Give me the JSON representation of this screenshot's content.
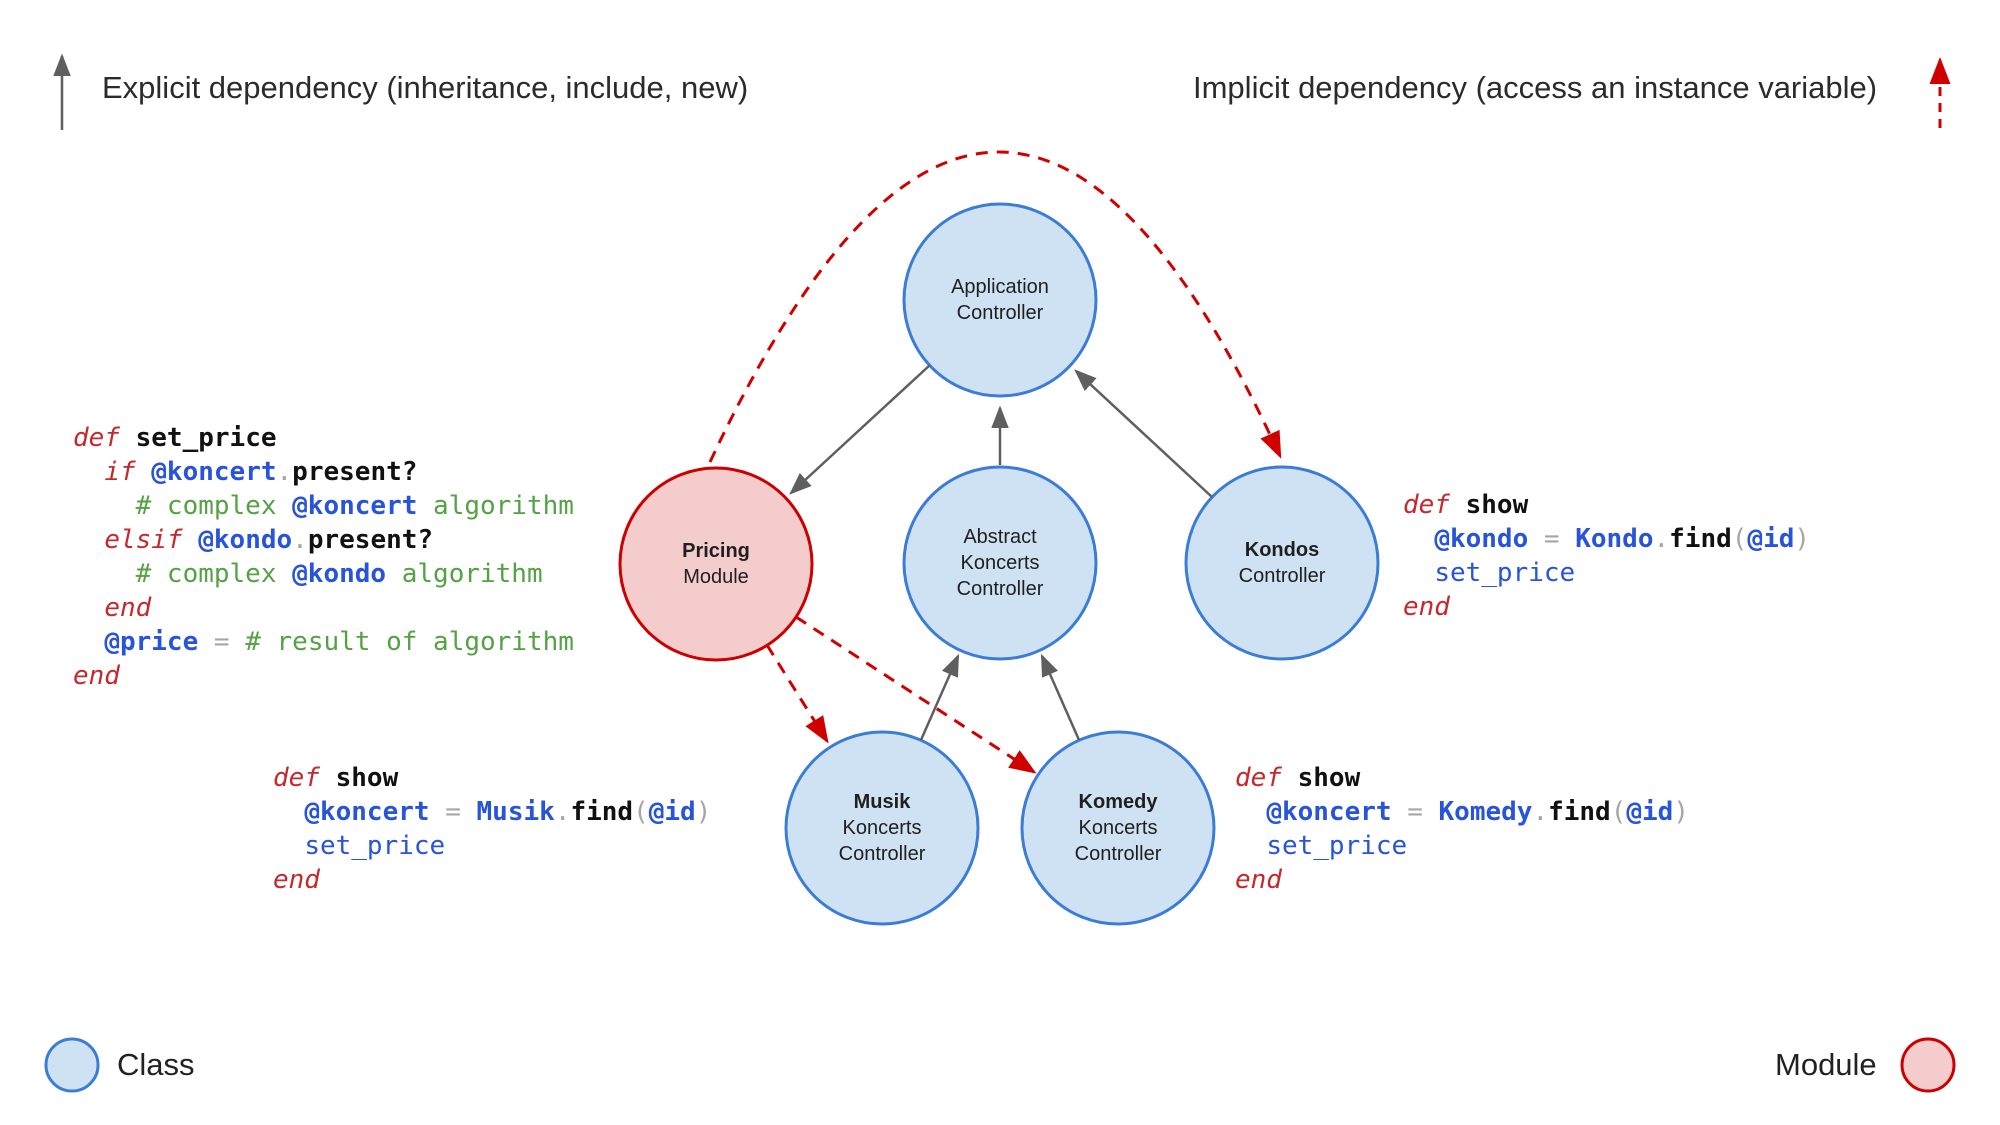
{
  "legend_top": {
    "explicit": "Explicit dependency (inheritance, include, new)",
    "implicit": "Implicit dependency (access an instance variable)"
  },
  "legend_bottom": {
    "class_label": "Class",
    "module_label": "Module"
  },
  "nodes": {
    "application": {
      "lines": [
        "Application",
        "Controller"
      ]
    },
    "pricing": {
      "lines": [
        "Pricing",
        "Module"
      ]
    },
    "abstract": {
      "lines": [
        "Abstract",
        "Koncerts",
        "Controller"
      ]
    },
    "kondos": {
      "lines": [
        "Kondos",
        "Controller"
      ]
    },
    "musik": {
      "lines": [
        "Musik",
        "Koncerts",
        "Controller"
      ]
    },
    "komedy": {
      "lines": [
        "Komedy",
        "Koncerts",
        "Controller"
      ]
    }
  },
  "colors": {
    "node_class_fill": "#cfe2f3",
    "node_class_stroke": "#3b7dd6",
    "node_module_fill": "#f4cccc",
    "node_module_stroke": "#cc0000",
    "explicit_arrow": "#5f5f5f",
    "implicit_arrow": "#d00000",
    "code_red": "#c4292e",
    "code_blue": "#2853db",
    "code_green": "#55a245",
    "code_gray": "#a6a6a6"
  },
  "code_blocks": {
    "set_price": {
      "lines": [
        [
          [
            "r",
            "def"
          ],
          [
            "n",
            " "
          ],
          [
            "k",
            "set_price"
          ]
        ],
        [
          [
            "n",
            "  "
          ],
          [
            "r",
            "if"
          ],
          [
            "n",
            " "
          ],
          [
            "b",
            "@koncert"
          ],
          [
            "p",
            "."
          ],
          [
            "k",
            "present?"
          ]
        ],
        [
          [
            "g",
            "    # complex "
          ],
          [
            "b",
            "@koncert"
          ],
          [
            "g",
            " algorithm"
          ]
        ],
        [
          [
            "n",
            "  "
          ],
          [
            "r",
            "elsif"
          ],
          [
            "n",
            " "
          ],
          [
            "b",
            "@kondo"
          ],
          [
            "p",
            "."
          ],
          [
            "k",
            "present?"
          ]
        ],
        [
          [
            "g",
            "    # complex "
          ],
          [
            "b",
            "@kondo"
          ],
          [
            "g",
            " algorithm"
          ]
        ],
        [
          [
            "n",
            "  "
          ],
          [
            "r",
            "end"
          ]
        ],
        [
          [
            "n",
            "  "
          ],
          [
            "b",
            "@price"
          ],
          [
            "n",
            " "
          ],
          [
            "p",
            "="
          ],
          [
            "n",
            " "
          ],
          [
            "g",
            "# result of algorithm"
          ]
        ],
        [
          [
            "r",
            "end"
          ]
        ]
      ]
    },
    "kondos_show": {
      "lines": [
        [
          [
            "r",
            "def"
          ],
          [
            "n",
            " "
          ],
          [
            "k",
            "show"
          ]
        ],
        [
          [
            "n",
            "  "
          ],
          [
            "b",
            "@kondo"
          ],
          [
            "n",
            " "
          ],
          [
            "p",
            "="
          ],
          [
            "n",
            " "
          ],
          [
            "b",
            "Kondo"
          ],
          [
            "p",
            "."
          ],
          [
            "k",
            "find"
          ],
          [
            "p",
            "("
          ],
          [
            "b",
            "@id"
          ],
          [
            "p",
            ")"
          ]
        ],
        [
          [
            "n",
            "  "
          ],
          [
            "bl",
            "set_price"
          ]
        ],
        [
          [
            "r",
            "end"
          ]
        ]
      ]
    },
    "musik_show": {
      "lines": [
        [
          [
            "r",
            "def"
          ],
          [
            "n",
            " "
          ],
          [
            "k",
            "show"
          ]
        ],
        [
          [
            "n",
            "  "
          ],
          [
            "b",
            "@koncert"
          ],
          [
            "n",
            " "
          ],
          [
            "p",
            "="
          ],
          [
            "n",
            " "
          ],
          [
            "b",
            "Musik"
          ],
          [
            "p",
            "."
          ],
          [
            "k",
            "find"
          ],
          [
            "p",
            "("
          ],
          [
            "b",
            "@id"
          ],
          [
            "p",
            ")"
          ]
        ],
        [
          [
            "n",
            "  "
          ],
          [
            "bl",
            "set_price"
          ]
        ],
        [
          [
            "r",
            "end"
          ]
        ]
      ]
    },
    "komedy_show": {
      "lines": [
        [
          [
            "r",
            "def"
          ],
          [
            "n",
            " "
          ],
          [
            "k",
            "show"
          ]
        ],
        [
          [
            "n",
            "  "
          ],
          [
            "b",
            "@koncert"
          ],
          [
            "n",
            " "
          ],
          [
            "p",
            "="
          ],
          [
            "n",
            " "
          ],
          [
            "b",
            "Komedy"
          ],
          [
            "p",
            "."
          ],
          [
            "k",
            "find"
          ],
          [
            "p",
            "("
          ],
          [
            "b",
            "@id"
          ],
          [
            "p",
            ")"
          ]
        ],
        [
          [
            "n",
            "  "
          ],
          [
            "bl",
            "set_price"
          ]
        ],
        [
          [
            "r",
            "end"
          ]
        ]
      ]
    }
  }
}
